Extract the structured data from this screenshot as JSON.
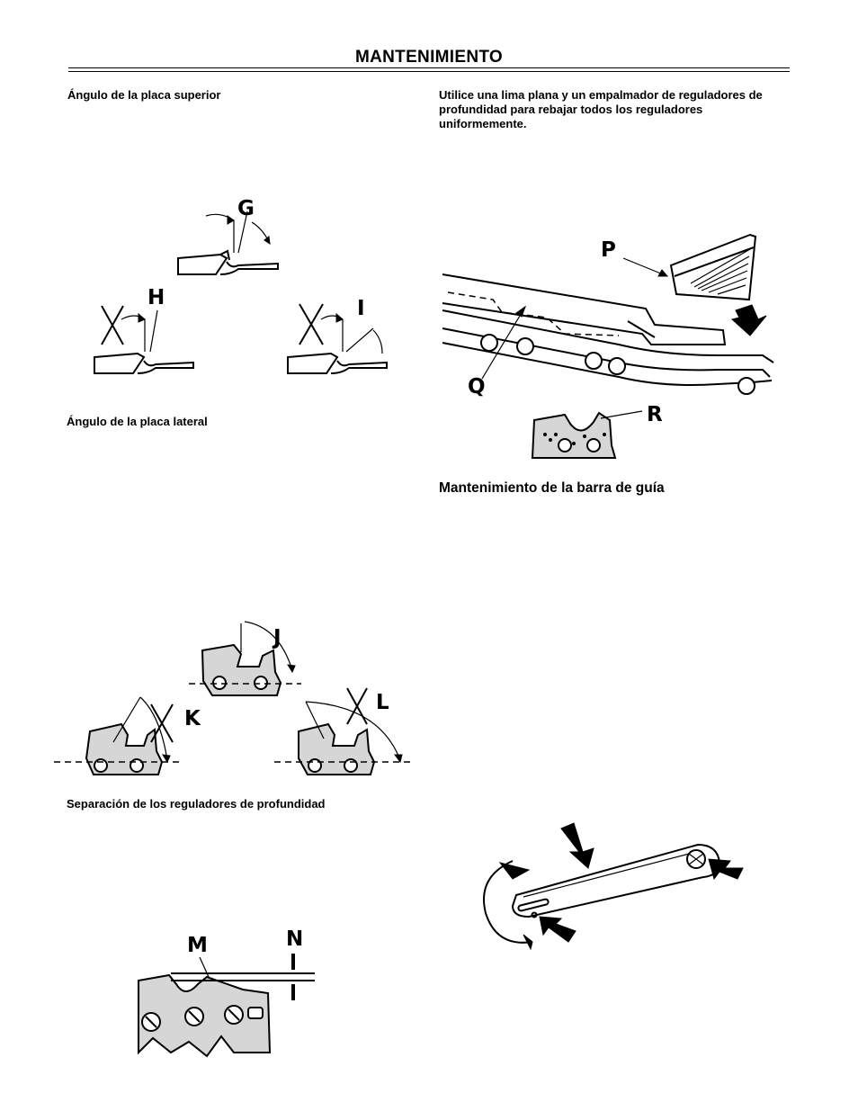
{
  "page": {
    "title": "MANTENIMIENTO"
  },
  "left_column": {
    "caption_top_plate": "Ángulo de la placa superior",
    "caption_side_plate": "Ángulo de la placa lateral",
    "caption_depth_gauge": "Separación de los reguladores de profundidad"
  },
  "right_column": {
    "caption_file": "Utilice una lima plana y un empalmador de reguladores de profundidad para rebajar todos los reguladores uniformemente.",
    "heading_bar": "Mantenimiento de la barra de guía"
  },
  "figure_labels": {
    "g": "G",
    "h": "H",
    "i": "I",
    "j": "J",
    "k": "K",
    "l": "L",
    "m": "M",
    "n": "N",
    "p": "P",
    "q": "Q",
    "r": "R"
  }
}
